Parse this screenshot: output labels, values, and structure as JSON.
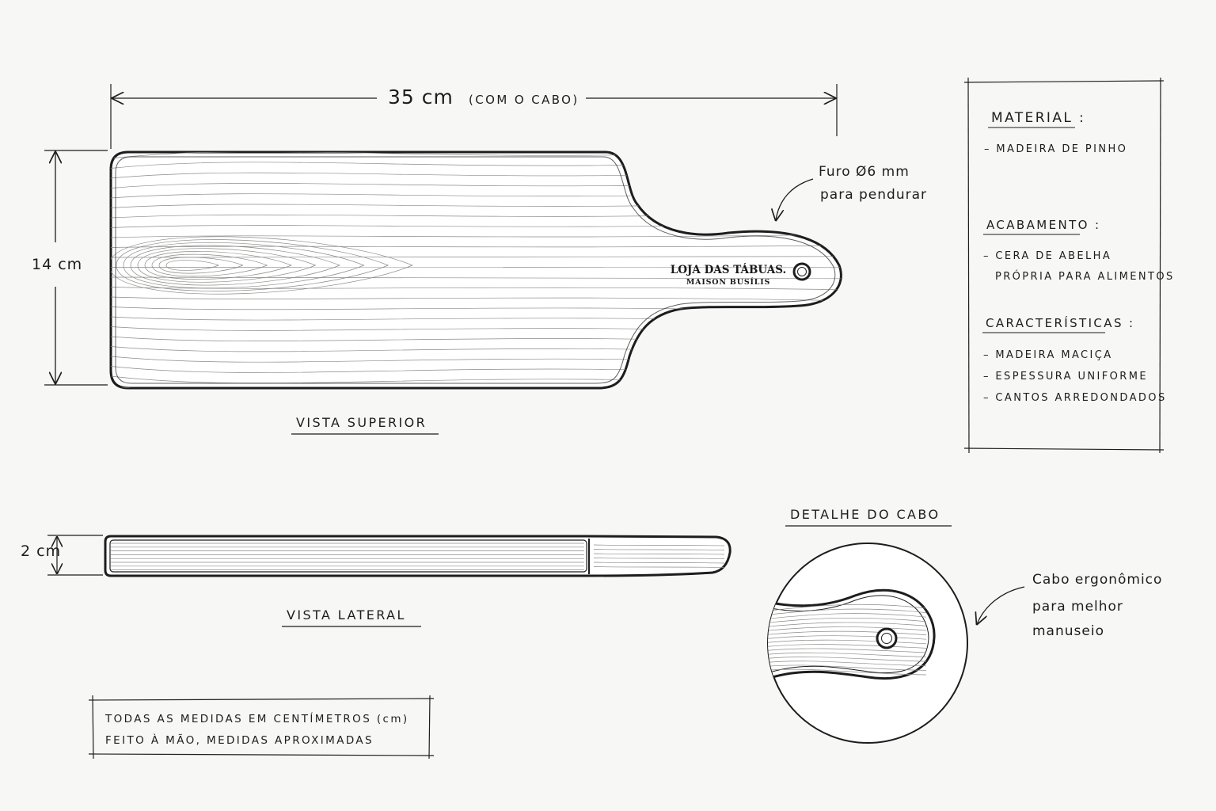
{
  "dimensions": {
    "length": "35 cm",
    "length_note": "(COM O CABO)",
    "width": "14 cm",
    "thickness": "2 cm"
  },
  "hole_note": {
    "line1": "Furo  Ø6 mm",
    "line2": "para  pendurar"
  },
  "brand": {
    "name": "LOJA DAS TÁBUAS.",
    "subname": "MAISON BUSÍLIS"
  },
  "views": {
    "top": "VISTA  SUPERIOR",
    "side": "VISTA  LATERAL",
    "detail": "DETALHE  DO  CABO"
  },
  "specs": {
    "material_title": "MATERIAL :",
    "material_items": [
      "– MADEIRA  DE  PINHO"
    ],
    "finish_title": "ACABAMENTO :",
    "finish_items": [
      "– CERA  DE  ABELHA",
      "PRÓPRIA  PARA  ALIMENTOS"
    ],
    "features_title": "CARACTERÍSTICAS :",
    "features_items": [
      "– MADEIRA  MACIÇA",
      "– ESPESSURA  UNIFORME",
      "– CANTOS  ARREDONDADOS"
    ]
  },
  "handle_note": {
    "line1": "Cabo  ergonômico",
    "line2": "para  melhor",
    "line3": "manuseio"
  },
  "footnote": {
    "line1": "TODAS  AS  MEDIDAS  EM  CENTÍMETROS  (cm)",
    "line2": "FEITO  À  MÃO,  MEDIDAS  APROXIMADAS"
  },
  "colors": {
    "ink": "#1d1d1d",
    "paper": "#f7f7f5",
    "wood": "#ffffff"
  }
}
